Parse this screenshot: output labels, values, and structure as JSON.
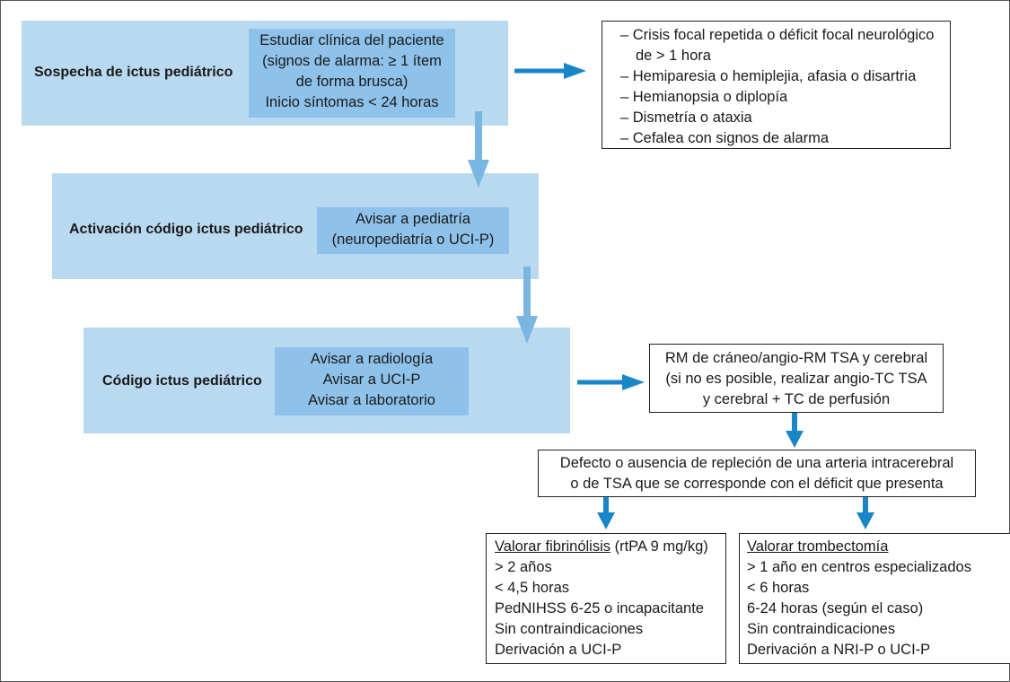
{
  "stages": [
    {
      "label": "Sospecha de ictus pediátrico",
      "actions": [
        "Estudiar clínica del paciente",
        "(signos de alarma: ≥ 1 ítem",
        "de forma brusca)",
        "Inicio síntomas < 24 horas"
      ]
    },
    {
      "label": "Activación código ictus pediátrico",
      "actions": [
        "Avisar a pediatría",
        "(neuropediatría o UCI-P)"
      ]
    },
    {
      "label": "Código ictus pediátrico",
      "actions": [
        "Avisar a radiología",
        "Avisar a UCI-P",
        "Avisar a laboratorio"
      ]
    }
  ],
  "alarm_signs": [
    "– Crisis focal repetida o déficit focal neurológico",
    "de > 1 hora",
    "– Hemiparesia o hemiplejia, afasia o disartria",
    "– Hemianopsia o diplopía",
    "– Dismetría o ataxia",
    "– Cefalea con signos de alarma"
  ],
  "imaging": [
    "RM de cráneo/angio-RM TSA y cerebral",
    "(si no es posible, realizar angio-TC TSA",
    "y cerebral + TC de perfusión"
  ],
  "finding": [
    "Defecto o ausencia de repleción de una arteria intracerebral",
    "o de TSA que se corresponde con el déficit que presenta"
  ],
  "fibrinolysis": {
    "title": "Valorar fibrinólisis",
    "title_suffix": " (rtPA 9 mg/kg)",
    "items": [
      "> 2 años",
      "< 4,5 horas",
      "PedNIHSS 6-25 o incapacitante",
      "Sin contraindicaciones",
      "Derivación a UCI-P"
    ]
  },
  "thrombectomy": {
    "title": "Valorar trombectomía",
    "items": [
      "> 1 año en centros especializados",
      "< 6 horas",
      "6-24 horas (según el caso)",
      "Sin contraindicaciones",
      "Derivación a NRI-P o UCI-P"
    ]
  },
  "colors": {
    "panel": "#b9d9f0",
    "inner": "#8fc2ea",
    "arrow_dark": "#1a86c8",
    "arrow_light": "#79b6e2"
  }
}
